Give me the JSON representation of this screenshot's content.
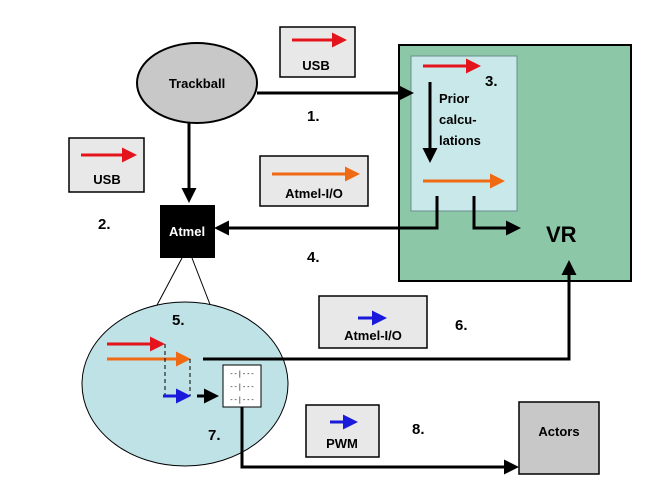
{
  "nodes": {
    "trackball": "Trackball",
    "atmel": "Atmel",
    "vr": "VR",
    "actors": "Actors",
    "prior_calc": [
      "Prior",
      "calcu-",
      "lations"
    ]
  },
  "legends": {
    "usb_top": "USB",
    "usb_left": "USB",
    "atmel_io_orange": "Atmel-I/O",
    "atmel_io_blue": "Atmel-I/O",
    "pwm": "PWM"
  },
  "numbers": {
    "n1": "1.",
    "n2": "2.",
    "n3": "3.",
    "n4": "4.",
    "n5": "5.",
    "n6": "6.",
    "n7": "7.",
    "n8": "8."
  },
  "colors": {
    "usb": "#e3141b",
    "atmel_io": "#f06a13",
    "pwm": "#1a1adb",
    "vr_fill": "#8cc8a8",
    "inner_fill": "#c9e8ea",
    "circle_fill": "#bfe2e6",
    "legend_fill": "#e8e8e8",
    "node_fill": "#c8c8c8"
  },
  "mux_rows": [
    "--|---",
    "--|---",
    "--|---"
  ]
}
